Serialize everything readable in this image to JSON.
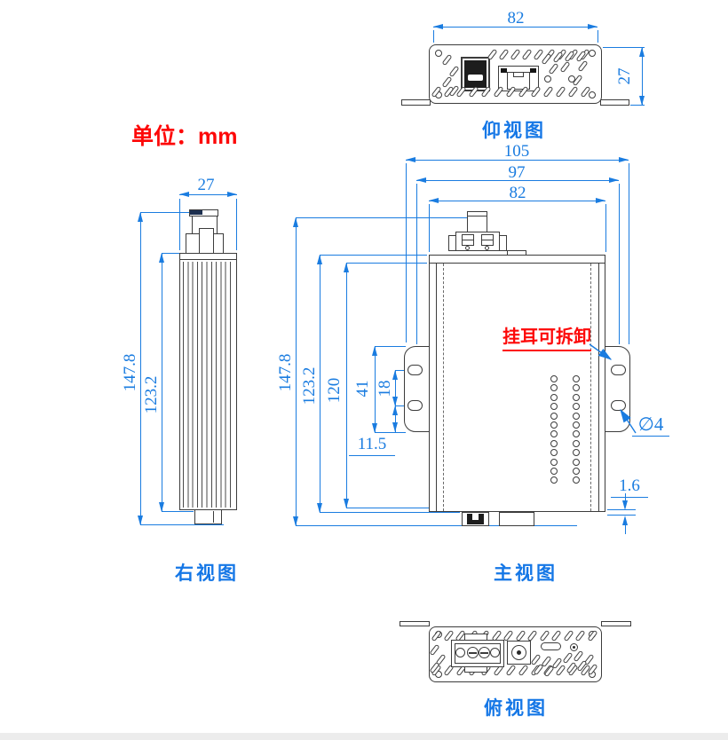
{
  "unit_label": "单位：mm",
  "colors": {
    "dim_blue": "#1a7ce0",
    "note_red": "#fd0808",
    "line_dark": "#3c3c3c"
  },
  "views": {
    "bottom": {
      "label": "仰视图",
      "width": "82",
      "height": "27"
    },
    "right": {
      "label": "右视图",
      "width": "27",
      "overall_height": "147.8",
      "body_height": "123.2"
    },
    "main": {
      "label": "主视图",
      "overall_width": "105",
      "mount_width": "97",
      "case_width": "82",
      "overall_height": "147.8",
      "case_height": "123.2",
      "inner_height": "120",
      "ear_slot_span": "41",
      "ear_hole_pitch": "18",
      "ear_hole_offset": "11.5",
      "bottom_lip": "1.6",
      "ear_hole_dia": "∅4",
      "ear_note": "挂耳可拆卸"
    },
    "top": {
      "label": "俯视图"
    }
  }
}
